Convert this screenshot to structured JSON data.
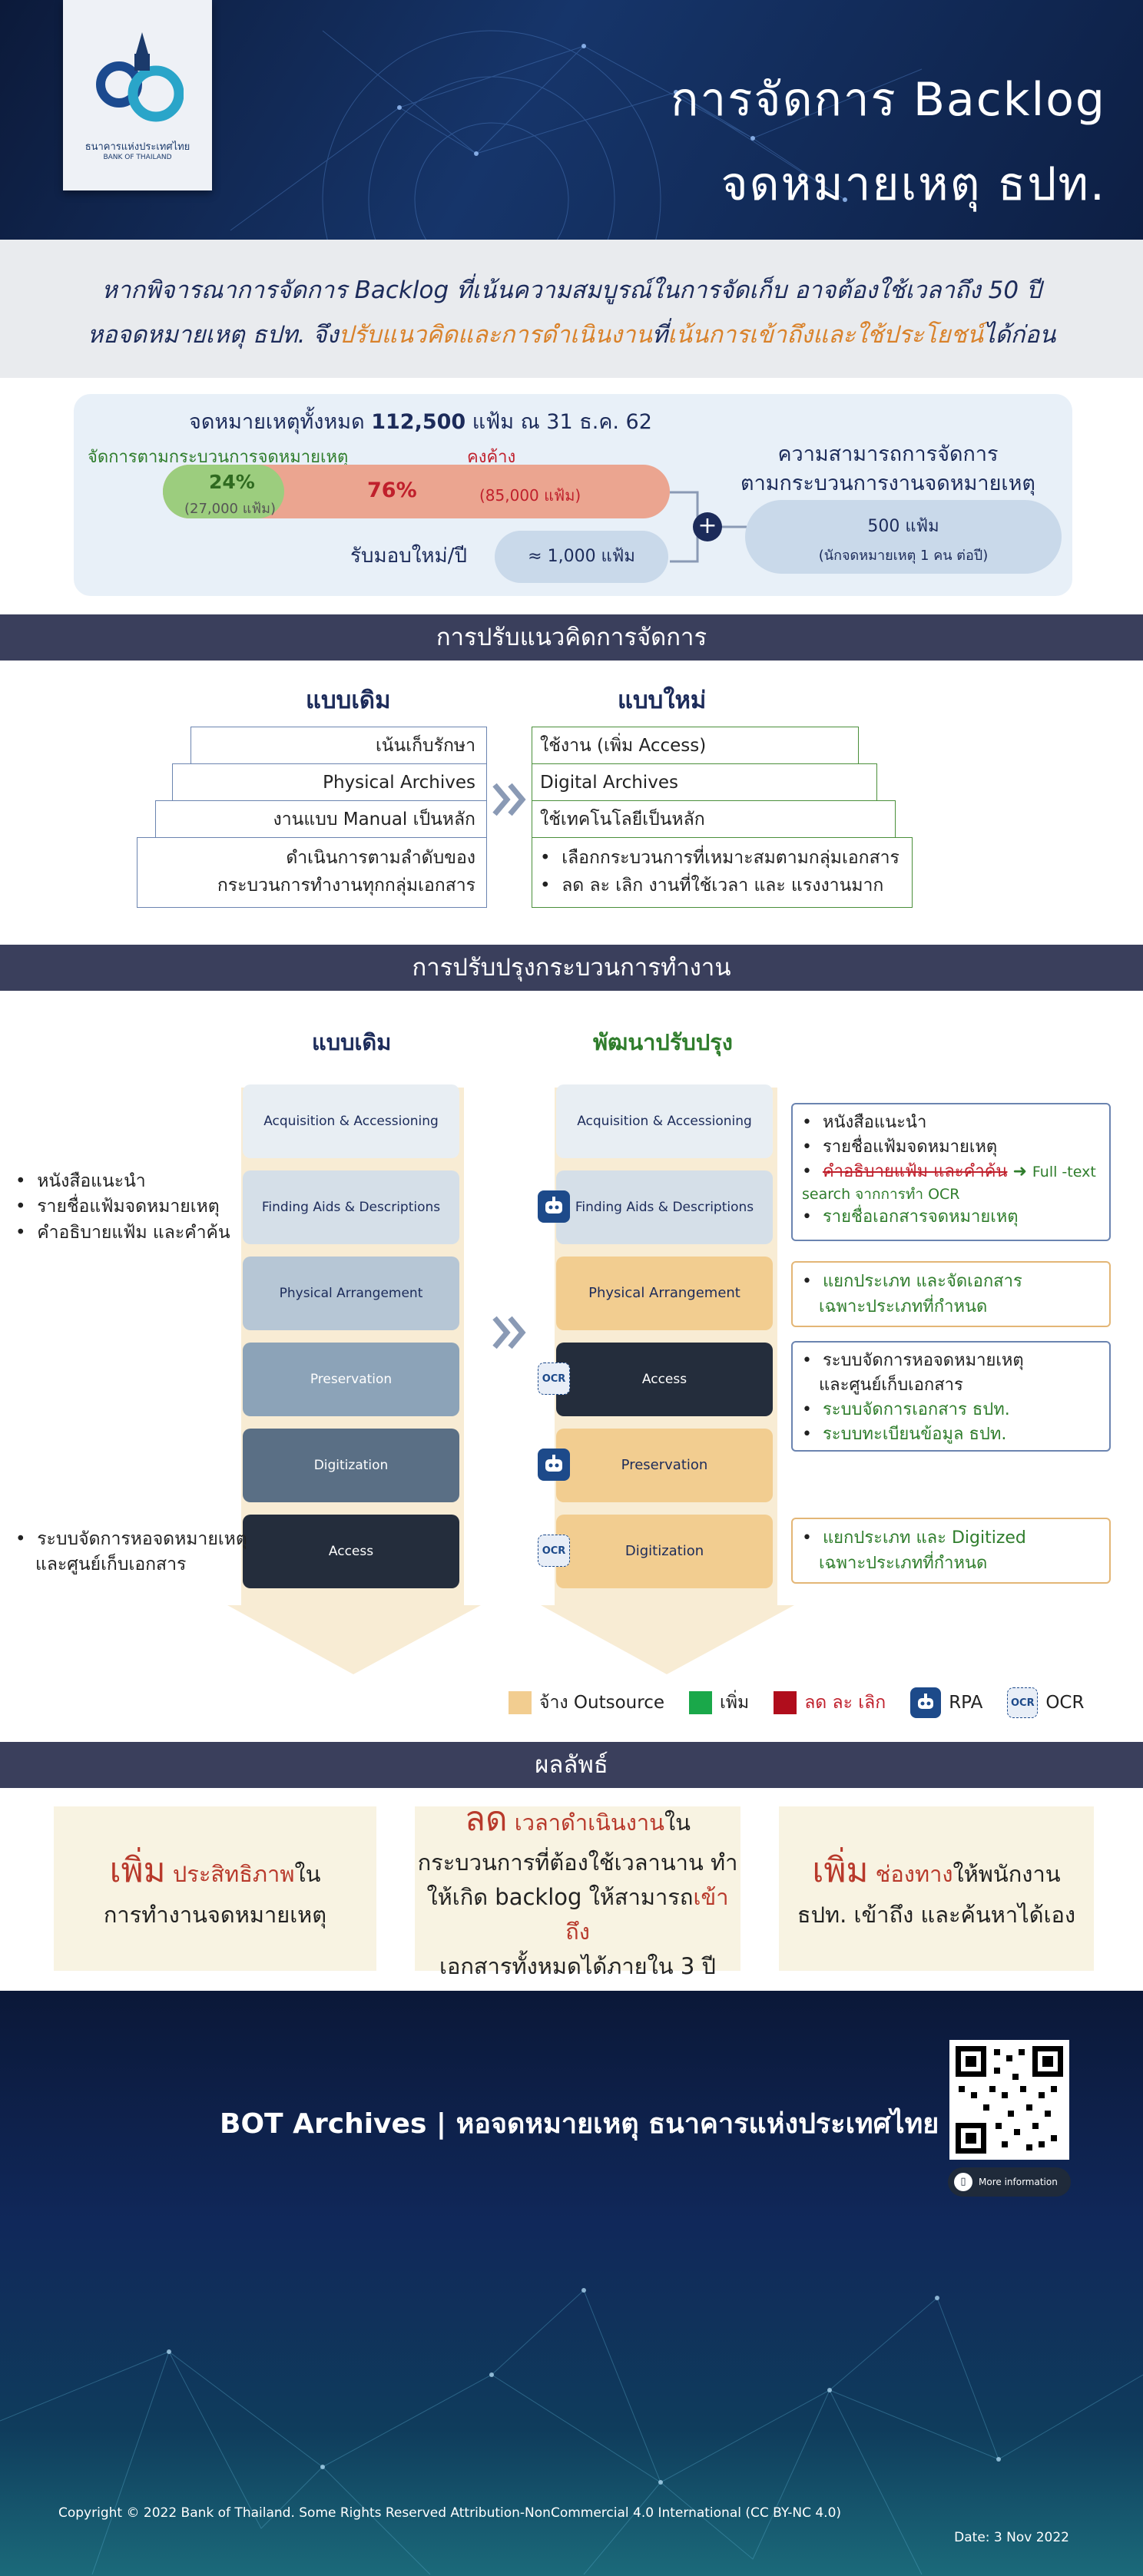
{
  "header": {
    "logo_text": "ธนาคารแห่งประเทศไทย",
    "logo_sub": "BANK OF THAILAND",
    "title_line1": "การจัดการ Backlog",
    "title_line2": "จดหมายเหตุ ธปท."
  },
  "intro": {
    "line1": "หากพิจารณาการจัดการ Backlog ที่เน้นความสมบูรณ์ในการจัดเก็บ อาจต้องใช้เวลาถึง 50 ปี",
    "line2_part1": "หอจดหมายเหตุ ธปท. จึง",
    "line2_highlight1": "ปรับแนวคิดและการดำเนินงาน",
    "line2_part2": "ที่",
    "line2_highlight2": "เน้นการเข้าถึงและใช้ประโยชน์",
    "line2_part3": "ได้ก่อน"
  },
  "stats": {
    "total_prefix": "จดหมายเหตุทั้งหมด",
    "total_value": "112,500",
    "total_suffix": "แฟ้ม ณ  31 ธ.ค. 62",
    "processed_label": "จัดการตามกระบวนการจดหมายเหตุ",
    "backlog_label": "คงค้าง",
    "processed_pct": "24%",
    "processed_count": "(27,000 แฟ้ม)",
    "backlog_pct": "76%",
    "backlog_count": "(85,000 แฟ้ม)",
    "processed_fraction": 0.24,
    "intake_label": "รับมอบใหม่/ปี",
    "intake_value": "≈ 1,000 แฟ้ม",
    "capacity_label_1": "ความสามารถการจัดการ",
    "capacity_label_2": "ตามกระบวนการงานจดหมายเหตุ",
    "capacity_value": "500 แฟ้ม",
    "capacity_note": "(นักจดหมายเหตุ 1 คน ต่อปี)"
  },
  "mindset": {
    "section_title": "การปรับแนวคิดการจัดการ",
    "old_head": "แบบเดิม",
    "new_head": "แบบใหม่",
    "old": [
      "เน้นเก็บรักษา",
      "Physical Archives",
      "งานแบบ Manual เป็นหลัก",
      "ดำเนินการตามลำดับของ",
      "กระบวนการทำงานทุกกลุ่มเอกสาร"
    ],
    "new": [
      "ใช้งาน (เพิ่ม Access)",
      "Digital Archives",
      "ใช้เทคโนโลยีเป็นหลัก",
      "เลือกกระบวนการที่เหมาะสมตามกลุ่มเอกสาร",
      "ลด ละ เลิก งานที่ใช้เวลา และ แรงงานมาก"
    ]
  },
  "process": {
    "section_title": "การปรับปรุงกระบวนการทำงาน",
    "old_head": "แบบเดิม",
    "new_head": "พัฒนาปรับปรุง",
    "old_steps": [
      "Acquisition & Accessioning",
      "Finding Aids & Descriptions",
      "Physical Arrangement",
      "Preservation",
      "Digitization",
      "Access"
    ],
    "new_steps": [
      "Acquisition & Accessioning",
      "Finding Aids & Descriptions",
      "Physical Arrangement",
      "Access",
      "Preservation",
      "Digitization"
    ],
    "left_note_1": [
      "หนังสือแนะนำ",
      "รายชื่อแฟ้มจดหมายเหตุ",
      "คำอธิบายแฟ้ม และคำค้น"
    ],
    "left_note_2": [
      "ระบบจัดการหอจดหมายเหตุ",
      "และศูนย์เก็บเอกสาร"
    ],
    "right_note_1": {
      "items": [
        "หนังสือแนะนำ",
        "รายชื่อแฟ้มจดหมายเหตุ"
      ],
      "strike": "คำอธิบายแฟ้ม และคำค้น",
      "arrow_text": "Full -text",
      "cont": "search จากการทำ OCR",
      "last": "รายชื่อเอกสารจดหมายเหตุ"
    },
    "right_note_2": [
      "แยกประเภท และจัดเอกสาร",
      "เฉพาะประเภทที่กำหนด"
    ],
    "right_note_3": [
      "ระบบจัดการหอจดหมายเหตุ",
      "และศูนย์เก็บเอกสาร",
      "ระบบจัดการเอกสาร ธปท.",
      "ระบบทะเบียนข้อมูล ธปท."
    ],
    "right_note_4": [
      "แยกประเภท และ Digitized",
      "เฉพาะประเภทที่กำหนด"
    ],
    "legend": {
      "outsource": "จ้าง Outsource",
      "add": "เพิ่ม",
      "reduce": "ลด ละ เลิก",
      "rpa": "RPA",
      "ocr": "OCR"
    },
    "colors": {
      "outsource": "#f2cd90",
      "add": "#1aa84a",
      "reduce": "#b00d1c",
      "rpa": "#1d4a8a"
    }
  },
  "results": {
    "section_title": "ผลลัพธ์",
    "r1_big": "เพิ่ม",
    "r1_accent": " ประสิทธิภาพ",
    "r1_text": "ใน",
    "r1_line2": "การทำงานจดหมายเหตุ",
    "r2_big": "ลด",
    "r2_accent": " เวลาดำเนินงาน",
    "r2_text": "ใน",
    "r2_line2": "กระบวนการที่ต้องใช้เวลานาน ทำ",
    "r2_line3a": "ให้เกิด backlog ให้สามารถ",
    "r2_line3b": "เข้าถึง",
    "r2_line4": "เอกสารทั้งหมดได้ภายใน 3 ปี",
    "r3_big": "เพิ่ม",
    "r3_accent": " ช่องทาง",
    "r3_text": "ให้พนักงาน",
    "r3_line2": "ธปท. เข้าถึง และค้นหาได้เอง"
  },
  "footer": {
    "brand": "BOT Archives | หอจดหมายเหตุ ธนาคารแห่งประเทศไทย",
    "more_info": "More information",
    "copyright": "Copyright © 2022 Bank of Thailand. Some Rights Reserved  Attribution-NonCommercial 4.0 International (CC BY-NC 4.0)",
    "date": "Date: 3 Nov 2022"
  }
}
